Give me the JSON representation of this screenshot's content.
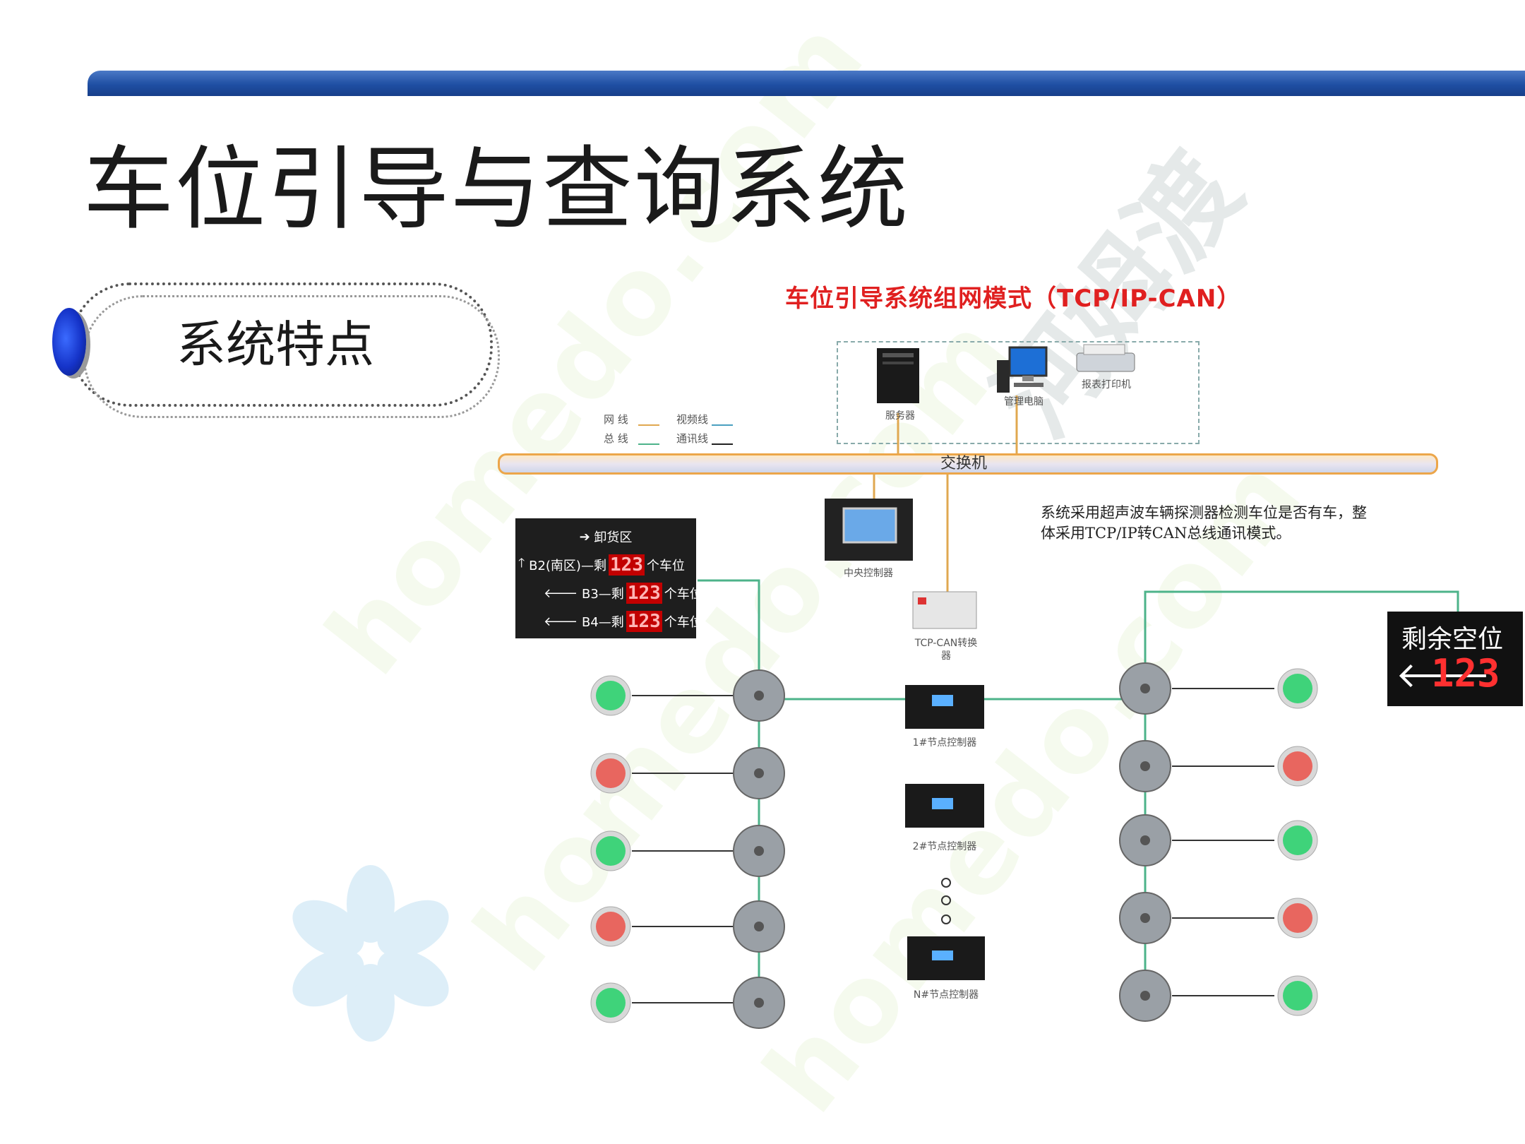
{
  "slide": {
    "title": "车位引导与查询系统",
    "feature_label": "系统特点"
  },
  "watermarks": {
    "domain1": "homedo.com",
    "domain2": "homedo.com",
    "domain3": "homedo.com",
    "cn": "河姆渡"
  },
  "diagram": {
    "title": "车位引导系统组网模式（TCP/IP-CAN）",
    "switch_label": "交换机",
    "server_label": "服务器",
    "mgmt_pc_label": "管理电脑",
    "printer_label": "报表打印机",
    "central_controller_label": "中央控制器",
    "tcp_can_label": "TCP-CAN转换器",
    "node1_label": "1#节点控制器",
    "node2_label": "2#节点控制器",
    "nodeN_label": "N#节点控制器",
    "legend": {
      "net_line": "网 线",
      "bus_line": "总 线",
      "video_line": "视频线",
      "comm_line": "通讯线"
    },
    "description": "系统采用超声波车辆探测器检测车位是否有车，整体采用TCP/IP转CAN总线通讯模式。",
    "sign": {
      "row1": "卸货区",
      "row2_prefix": "B2(南区)—剩",
      "row3_prefix": "B3—剩",
      "row4_prefix": "B4—剩",
      "number": "123",
      "suffix": "个车位"
    },
    "space_board": {
      "label": "剩余空位",
      "number": "123"
    },
    "indicators_left": [
      "green",
      "red",
      "green",
      "red",
      "green"
    ],
    "indicators_right": [
      "green",
      "red",
      "green",
      "red",
      "green"
    ],
    "colors": {
      "green": "#3fd37a",
      "red": "#e8665f",
      "bus_line": "#4db38a",
      "net_line": "#e0a850"
    }
  }
}
